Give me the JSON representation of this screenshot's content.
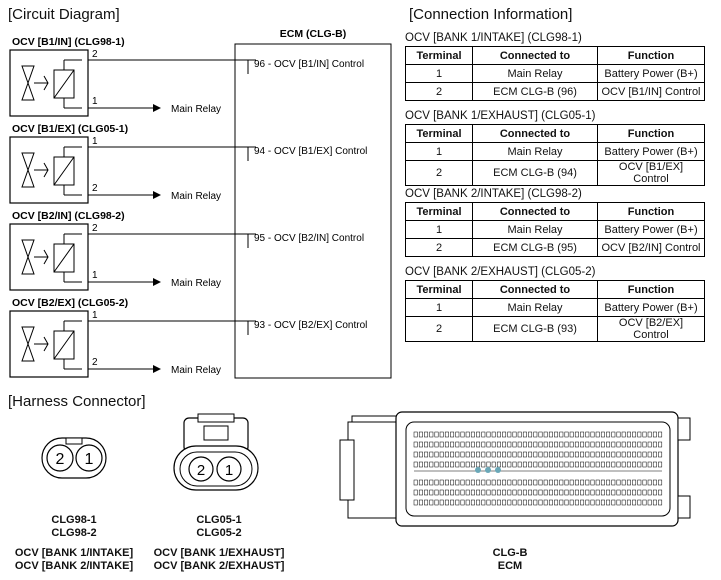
{
  "circuit": {
    "title": "[Circuit Diagram]",
    "ecm_title": "ECM (CLG-B)",
    "ocvs": [
      {
        "name": "OCV [B1/IN] (CLG98-1)",
        "top_pin": "2",
        "bottom_pin": "1",
        "ecm_line": "96 - OCV [B1/IN] Control",
        "relay_label": "Main Relay"
      },
      {
        "name": "OCV [B1/EX] (CLG05-1)",
        "top_pin": "1",
        "bottom_pin": "2",
        "ecm_line": "94 - OCV [B1/EX] Control",
        "relay_label": "Main Relay"
      },
      {
        "name": "OCV [B2/IN] (CLG98-2)",
        "top_pin": "2",
        "bottom_pin": "1",
        "ecm_line": "95 - OCV [B2/IN] Control",
        "relay_label": "Main Relay"
      },
      {
        "name": "OCV [B2/EX] (CLG05-2)",
        "top_pin": "1",
        "bottom_pin": "2",
        "ecm_line": "93 - OCV [B2/EX] Control",
        "relay_label": "Main Relay"
      }
    ]
  },
  "connection": {
    "title": "[Connection Information]",
    "headers": {
      "terminal": "Terminal",
      "connected": "Connected to",
      "function": "Function"
    },
    "groups": [
      {
        "title": "OCV [BANK 1/INTAKE] (CLG98-1)",
        "rows": [
          {
            "terminal": "1",
            "connected": "Main Relay",
            "function": "Battery Power (B+)"
          },
          {
            "terminal": "2",
            "connected": "ECM CLG-B (96)",
            "function": "OCV [B1/IN] Control"
          }
        ]
      },
      {
        "title": "OCV [BANK 1/EXHAUST] (CLG05-1)",
        "rows": [
          {
            "terminal": "1",
            "connected": "Main Relay",
            "function": "Battery Power (B+)"
          },
          {
            "terminal": "2",
            "connected": "ECM CLG-B (94)",
            "function": "OCV [B1/EX] Control"
          }
        ]
      },
      {
        "title": "OCV [BANK 2/INTAKE] (CLG98-2)",
        "rows": [
          {
            "terminal": "1",
            "connected": "Main Relay",
            "function": "Battery Power (B+)"
          },
          {
            "terminal": "2",
            "connected": "ECM CLG-B (95)",
            "function": "OCV [B2/IN] Control"
          }
        ]
      },
      {
        "title": "OCV [BANK 2/EXHAUST] (CLG05-2)",
        "rows": [
          {
            "terminal": "1",
            "connected": "Main Relay",
            "function": "Battery Power (B+)"
          },
          {
            "terminal": "2",
            "connected": "ECM CLG-B (93)",
            "function": "OCV [B2/EX] Control"
          }
        ]
      }
    ]
  },
  "harness": {
    "title": "[Harness Connector]",
    "connectors": [
      {
        "id_line1": "CLG98-1",
        "id_line2": "CLG98-2",
        "desc_line1": "OCV [BANK 1/INTAKE]",
        "desc_line2": "OCV [BANK 2/INTAKE]",
        "pin_left": "2",
        "pin_right": "1"
      },
      {
        "id_line1": "CLG05-1",
        "id_line2": "CLG05-2",
        "desc_line1": "OCV [BANK 1/EXHAUST]",
        "desc_line2": "OCV [BANK 2/EXHAUST]",
        "pin_left": "2",
        "pin_right": "1"
      },
      {
        "id_line1": "CLG-B",
        "id_line2": "ECM"
      }
    ]
  }
}
